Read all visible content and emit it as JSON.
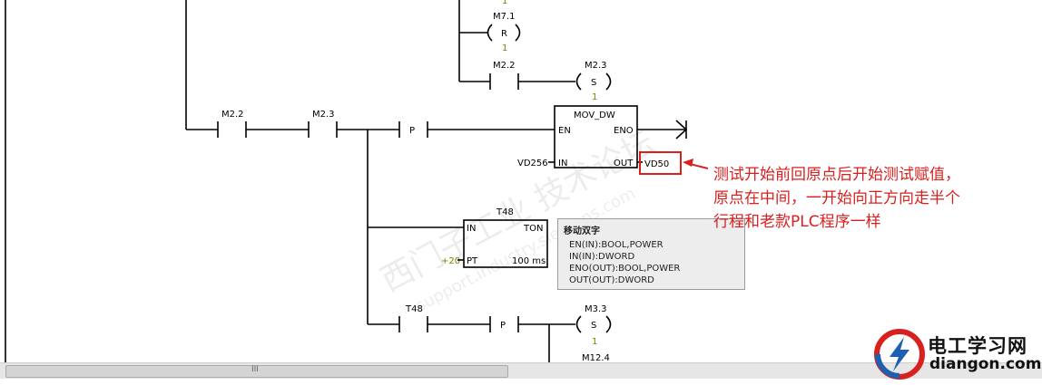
{
  "ladder": {
    "m71": "M7.1",
    "r_coil": "R",
    "one": "1",
    "m22": "M2.2",
    "m23": "M2.3",
    "s_coil": "S",
    "p": "P",
    "t48": "T48",
    "m33": "M3.3",
    "m124": "M12.4"
  },
  "mov": {
    "name": "MOV_DW",
    "en": "EN",
    "eno": "ENO",
    "in": "IN",
    "out": "OUT",
    "in_value": "VD256",
    "out_value": "VD50"
  },
  "timer": {
    "name": "T48",
    "type": "TON",
    "in": "IN",
    "pt": "PT",
    "pt_value": "+20",
    "unit": "100 ms"
  },
  "tooltip": {
    "title": "移动双字",
    "lines": [
      "EN(IN):BOOL,POWER",
      "IN(IN):DWORD",
      "ENO(OUT):BOOL,POWER",
      "OUT(OUT):DWORD"
    ]
  },
  "annotation": {
    "lines": [
      "测试开始前回原点后开始测试赋值，",
      "原点在中间，一开始向正方向走半个",
      "行程和老款PLC程序一样"
    ],
    "color": "#d8201f"
  },
  "watermark": {
    "cn": "西门子工业  技术论坛",
    "url": "support.industry.siemens.com"
  },
  "scrollbar": {
    "grip": "III"
  },
  "logo": {
    "cn": "电工学习网",
    "en": "diangon.com"
  }
}
